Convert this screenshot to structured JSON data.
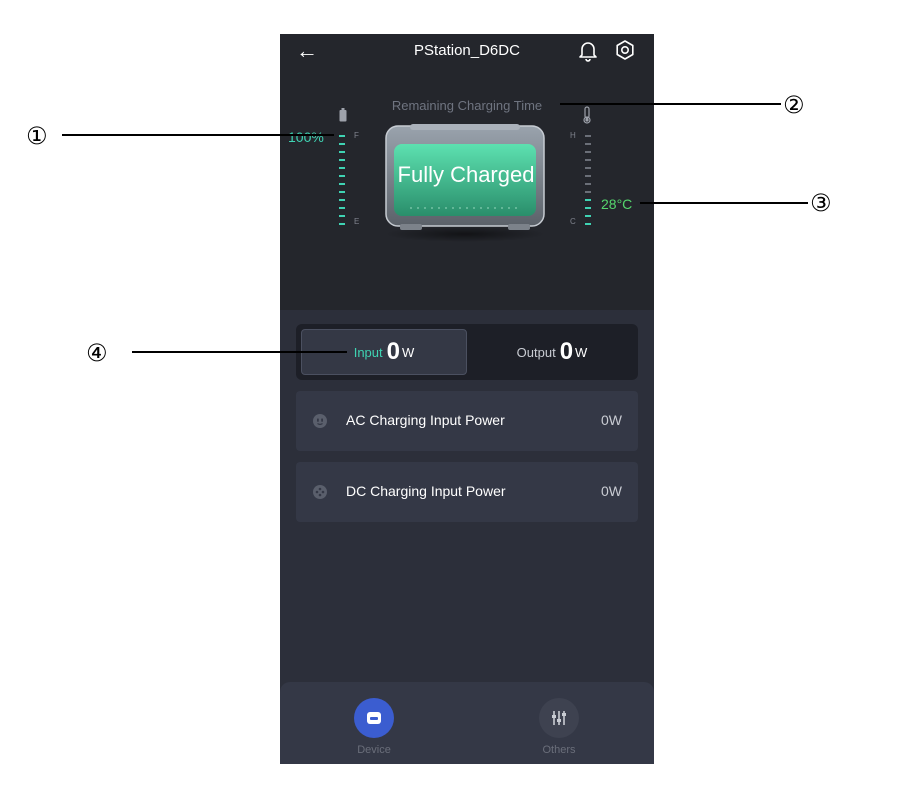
{
  "header": {
    "title": "PStation_D6DC",
    "back_glyph": "←"
  },
  "status": {
    "subtitle": "Remaining Charging Time",
    "battery_percent": "100%",
    "battery_scale_top": "F",
    "battery_scale_bottom": "E",
    "temperature": "28°C",
    "temp_scale_top": "H",
    "temp_scale_bottom": "C",
    "device_state": "Fully Charged"
  },
  "tabs": {
    "input_label": "Input",
    "input_value": "0",
    "input_unit": "W",
    "output_label": "Output",
    "output_value": "0",
    "output_unit": "W"
  },
  "cards": [
    {
      "label": "AC Charging Input Power",
      "value": "0W",
      "icon": "ac-plug-icon"
    },
    {
      "label": "DC Charging Input Power",
      "value": "0W",
      "icon": "dc-plug-icon"
    }
  ],
  "nav": {
    "device_label": "Device",
    "others_label": "Others"
  },
  "callouts": [
    "①",
    "②",
    "③",
    "④"
  ],
  "colors": {
    "accent_teal": "#3fd3b3",
    "accent_green": "#55d66d",
    "nav_active": "#3b5dd0",
    "background": "#24262c"
  }
}
